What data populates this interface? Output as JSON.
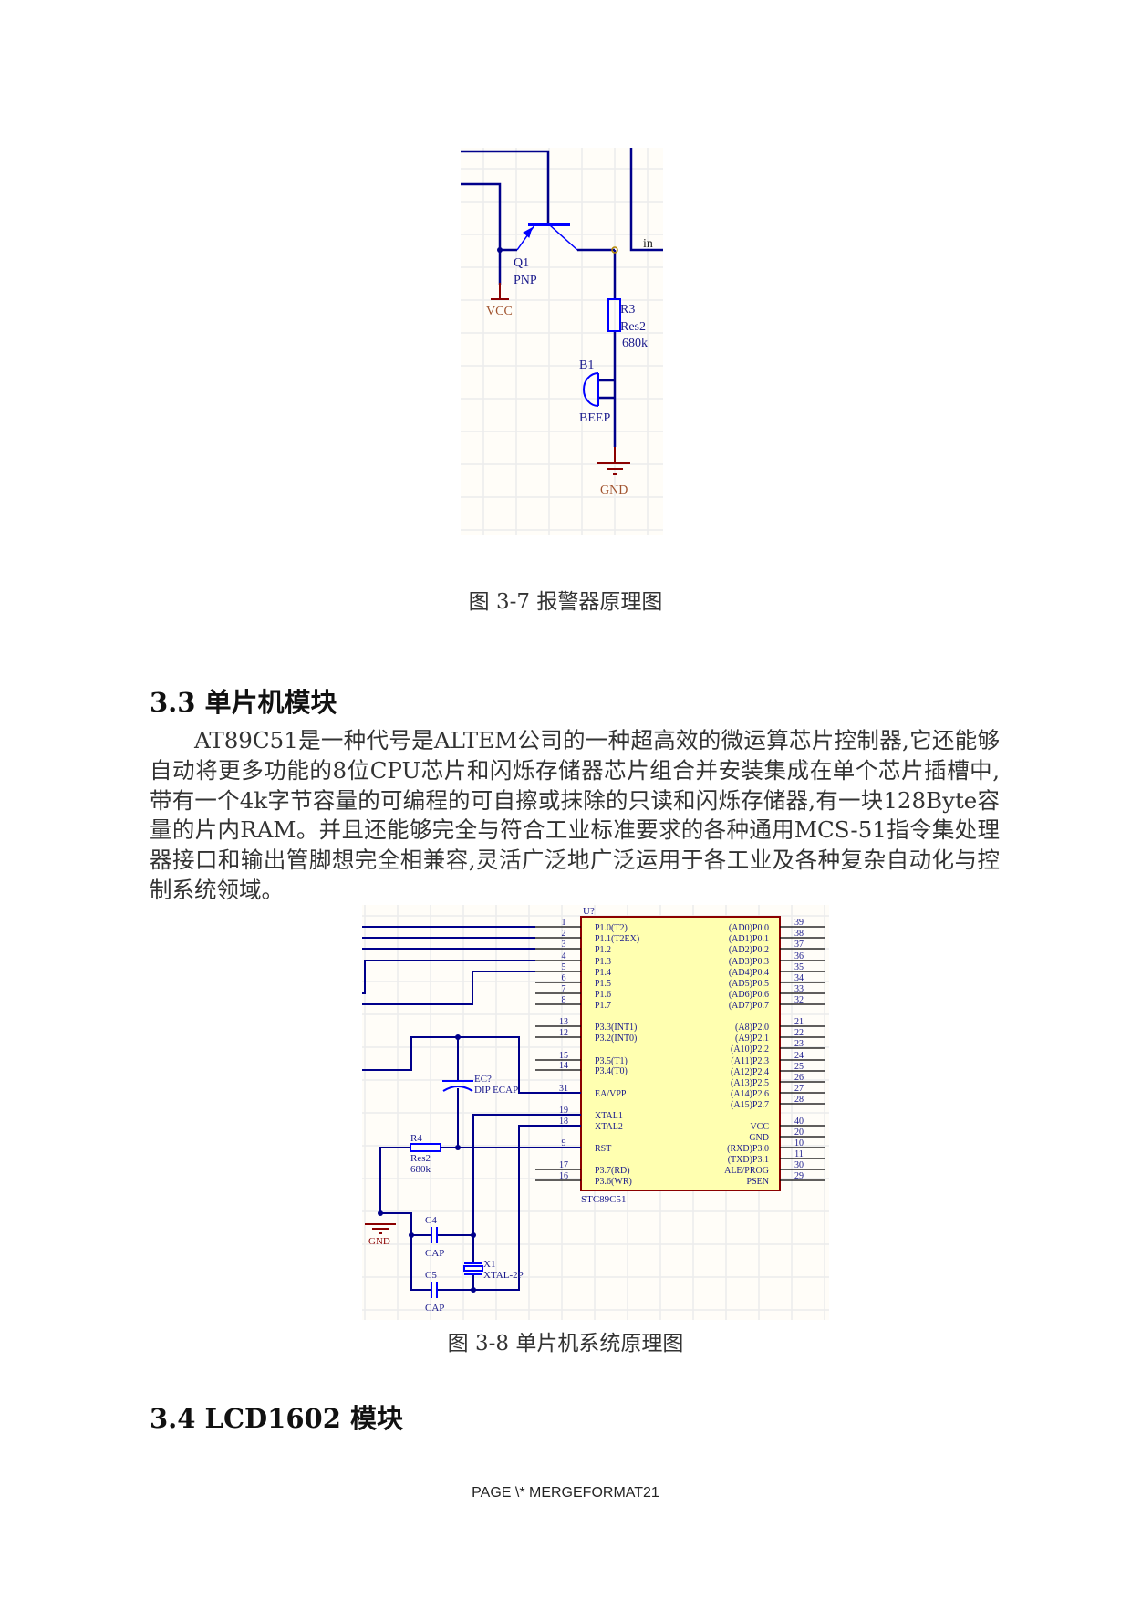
{
  "figure1": {
    "labels": {
      "q1": "Q1",
      "pnp": "PNP",
      "vcc": "VCC",
      "r3": "R3",
      "res2": "Res2",
      "r3_value": "680k",
      "b1": "B1",
      "beep": "BEEP",
      "gnd": "GND",
      "in": "in"
    },
    "caption": "图 3-7 报警器原理图"
  },
  "section_33": {
    "heading": "3.3 单片机模块",
    "paragraph": "AT89C51是一种代号是ALTEM公司的一种超高效的微运算芯片控制器,它还能够自动将更多功能的8位CPU芯片和闪烁存储器芯片组合并安装集成在单个芯片插槽中,带有一个4k字节容量的可编程的可自擦或抹除的只读和闪烁存储器,有一块128Byte容量的片内RAM。并且还能够完全与符合工业标准要求的各种通用MCS-51指令集处理器接口和输出管脚想完全相兼容,灵活广泛地广泛运用于各工业及各种复杂自动化与控制系统领域。"
  },
  "figure2": {
    "chip_designator": "U?",
    "chip_part": "STC89C51",
    "left_pins": [
      {
        "num": "1",
        "name": "P1.0(T2)"
      },
      {
        "num": "2",
        "name": "P1.1(T2EX)"
      },
      {
        "num": "3",
        "name": "P1.2"
      },
      {
        "num": "4",
        "name": "P1.3"
      },
      {
        "num": "5",
        "name": "P1.4"
      },
      {
        "num": "6",
        "name": "P1.5"
      },
      {
        "num": "7",
        "name": "P1.6"
      },
      {
        "num": "8",
        "name": "P1.7"
      },
      {
        "num": "13",
        "name": "P3.3(INT1)"
      },
      {
        "num": "12",
        "name": "P3.2(INT0)"
      },
      {
        "num": "15",
        "name": "P3.5(T1)"
      },
      {
        "num": "14",
        "name": "P3.4(T0)"
      },
      {
        "num": "31",
        "name": "EA/VPP"
      },
      {
        "num": "19",
        "name": "XTAL1"
      },
      {
        "num": "18",
        "name": "XTAL2"
      },
      {
        "num": "9",
        "name": "RST"
      },
      {
        "num": "17",
        "name": "P3.7(RD)"
      },
      {
        "num": "16",
        "name": "P3.6(WR)"
      }
    ],
    "right_pins": [
      {
        "num": "39",
        "name": "(AD0)P0.0"
      },
      {
        "num": "38",
        "name": "(AD1)P0.1"
      },
      {
        "num": "37",
        "name": "(AD2)P0.2"
      },
      {
        "num": "36",
        "name": "(AD3)P0.3"
      },
      {
        "num": "35",
        "name": "(AD4)P0.4"
      },
      {
        "num": "34",
        "name": "(AD5)P0.5"
      },
      {
        "num": "33",
        "name": "(AD6)P0.6"
      },
      {
        "num": "32",
        "name": "(AD7)P0.7"
      },
      {
        "num": "21",
        "name": "(A8)P2.0"
      },
      {
        "num": "22",
        "name": "(A9)P2.1"
      },
      {
        "num": "23",
        "name": "(A10)P2.2"
      },
      {
        "num": "24",
        "name": "(A11)P2.3"
      },
      {
        "num": "25",
        "name": "(A12)P2.4"
      },
      {
        "num": "26",
        "name": "(A13)P2.5"
      },
      {
        "num": "27",
        "name": "(A14)P2.6"
      },
      {
        "num": "28",
        "name": "(A15)P2.7"
      },
      {
        "num": "40",
        "name": "VCC"
      },
      {
        "num": "20",
        "name": "GND"
      },
      {
        "num": "10",
        "name": "(RXD)P3.0"
      },
      {
        "num": "11",
        "name": "(TXD)P3.1"
      },
      {
        "num": "30",
        "name": "ALE/PROG"
      },
      {
        "num": "29",
        "name": "PSEN"
      }
    ],
    "labels": {
      "ec7": "EC?",
      "ec7_type": "DIP  ECAP",
      "r4": "R4",
      "r4_type": "Res2",
      "r4_value": "680k",
      "gnd": "GND",
      "c4": "C4",
      "c4_type": "CAP",
      "c5": "C5",
      "c5_type": "CAP",
      "x1": "X1",
      "x1_type": "XTAL-2P"
    },
    "caption": "图 3-8  单片机系统原理图"
  },
  "section_34": {
    "heading": "3.4 LCD1602 模块"
  },
  "footer": {
    "text": "PAGE  \\* MERGEFORMAT21"
  },
  "colors": {
    "wire": "#00008b",
    "component": "#0000ff",
    "power": "#8b0000",
    "chip_fill": "#ffffb0",
    "grid": "#ececec",
    "bg": "#fffdf8"
  }
}
